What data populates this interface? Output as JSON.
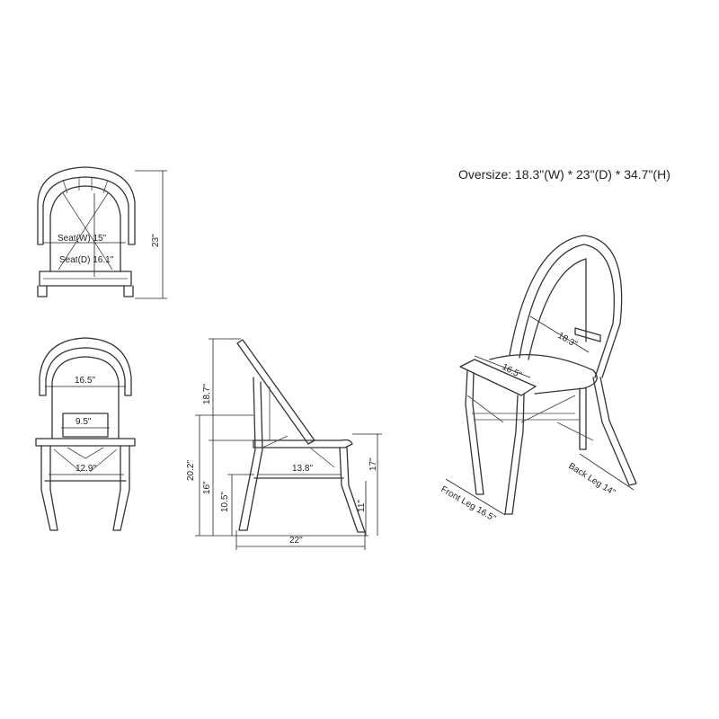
{
  "title": "Oversize: 18.3\"(W) * 23\"(D) * 34.7\"(H)",
  "top_view": {
    "seat_width": "Seat(W)  15\"",
    "seat_depth": "Seat(D) 16.1\"",
    "depth": "23\""
  },
  "front_view": {
    "back_width": "16.5\"",
    "seat_back_width": "9.5\"",
    "leg_width": "12.9\""
  },
  "side_view": {
    "back_height": "18.7\"",
    "arm_height": "20.2\"",
    "seat_height": "16\"",
    "stretcher_height": "10.5\"",
    "front_height": "17\"",
    "front_stretcher_height": "11\"",
    "depth": "22\"",
    "stretcher_length": "13.8\""
  },
  "perspective_view": {
    "width": "18.3\"",
    "seat_depth": "16.5\"",
    "front_leg": "Front Leg 16.5\"",
    "back_leg": "Back Leg 14\""
  }
}
